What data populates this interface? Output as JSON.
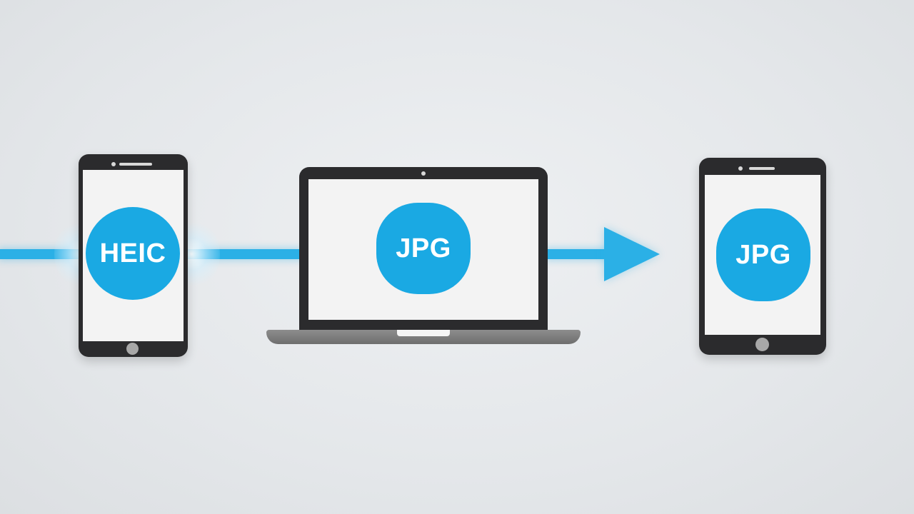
{
  "diagram": {
    "source": {
      "device": "smartphone",
      "format_label": "HEIC"
    },
    "converter": {
      "device": "laptop",
      "format_label": "JPG"
    },
    "target": {
      "device": "tablet",
      "format_label": "JPG"
    },
    "flow": {
      "direction": "left-to-right",
      "icon": "arrow-right-icon"
    }
  },
  "colors": {
    "accent": "#1aa9e3",
    "flow_line": "#2bb0e6",
    "device_body": "#2b2b2d",
    "screen": "#f3f3f3",
    "background": "#e4e7ea"
  }
}
